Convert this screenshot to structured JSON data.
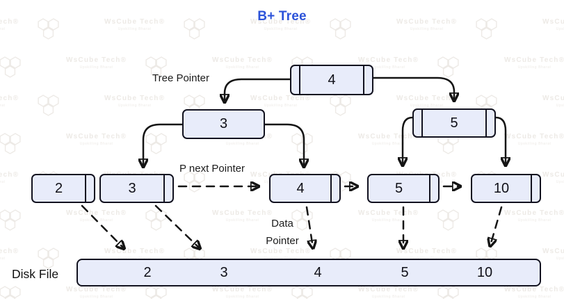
{
  "title": {
    "text": "B+ Tree"
  },
  "watermark": {
    "brand": "WsCube Tech",
    "registered": "®",
    "tagline": "Upskilling Bharat"
  },
  "labels": {
    "tree_pointer": "Tree Pointer",
    "p_next_pointer": "P next Pointer",
    "data_pointer_line1": "Data",
    "data_pointer_line2": "Pointer",
    "disk_file": "Disk File"
  },
  "tree": {
    "root": {
      "key": "4"
    },
    "internal": [
      {
        "key": "3"
      },
      {
        "key": "5"
      }
    ],
    "leaves": [
      {
        "key": "2"
      },
      {
        "key": "3"
      },
      {
        "key": "4"
      },
      {
        "key": "5"
      },
      {
        "key": "10"
      }
    ]
  },
  "disk": {
    "values": [
      "2",
      "3",
      "4",
      "5",
      "10"
    ]
  },
  "colors": {
    "title_blue": "#2c53d9",
    "node_fill": "#e8ecfa",
    "node_border": "#12121f",
    "arrow": "#141414",
    "watermark": "#edeae6",
    "background": "#ffffff"
  }
}
